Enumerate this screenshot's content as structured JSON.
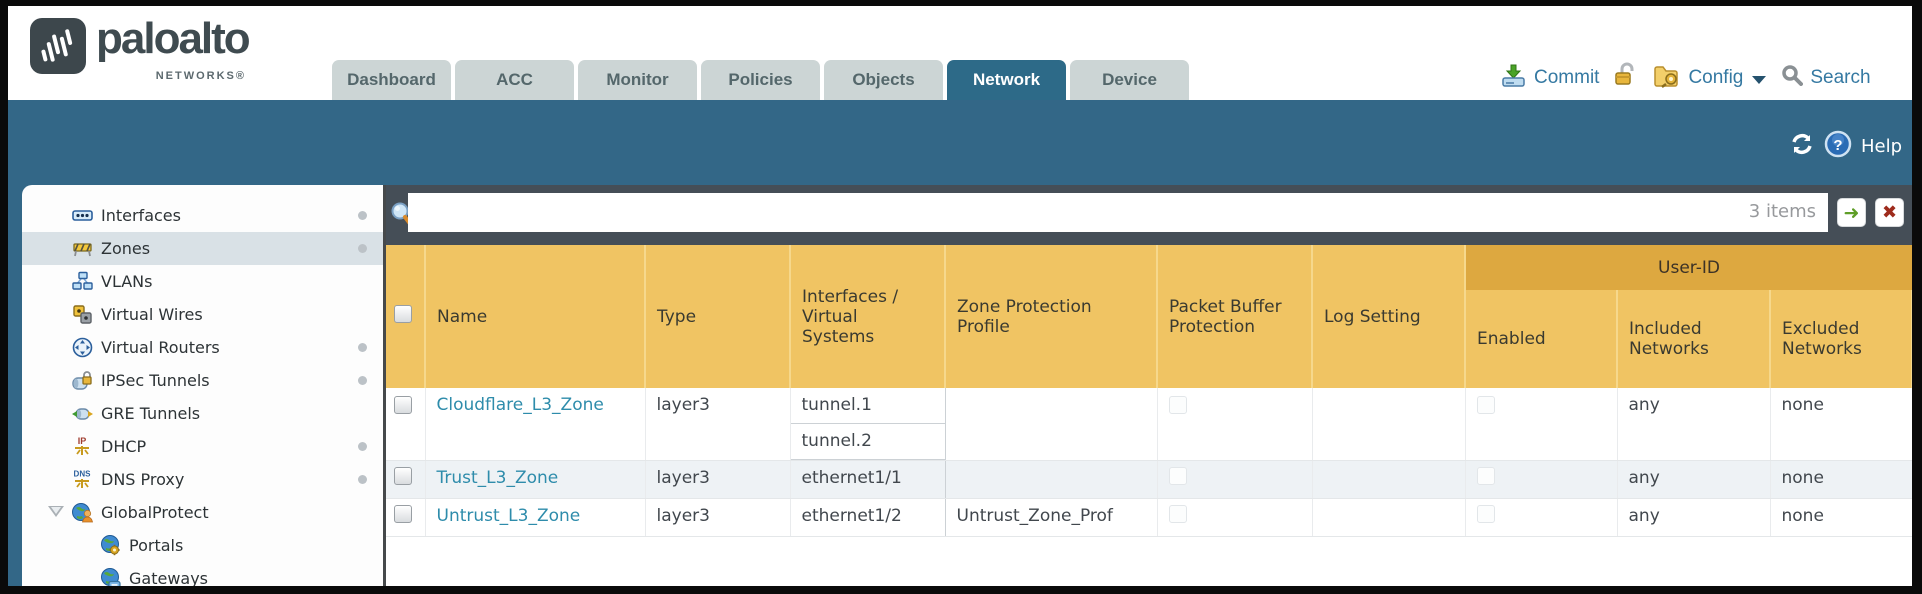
{
  "brand": {
    "name": "paloalto",
    "sub": "NETWORKS®"
  },
  "nav_tabs": [
    {
      "label": "Dashboard",
      "active": false
    },
    {
      "label": "ACC",
      "active": false
    },
    {
      "label": "Monitor",
      "active": false
    },
    {
      "label": "Policies",
      "active": false
    },
    {
      "label": "Objects",
      "active": false
    },
    {
      "label": "Network",
      "active": true
    },
    {
      "label": "Device",
      "active": false
    }
  ],
  "header_actions": {
    "commit_label": "Commit",
    "config_label": "Config",
    "search_label": "Search"
  },
  "toolbar": {
    "help_label": "Help"
  },
  "sidebar": {
    "items": [
      {
        "label": "Interfaces",
        "has_status_dot": true,
        "selected": false
      },
      {
        "label": "Zones",
        "has_status_dot": true,
        "selected": true
      },
      {
        "label": "VLANs",
        "has_status_dot": false,
        "selected": false
      },
      {
        "label": "Virtual Wires",
        "has_status_dot": false,
        "selected": false
      },
      {
        "label": "Virtual Routers",
        "has_status_dot": true,
        "selected": false
      },
      {
        "label": "IPSec Tunnels",
        "has_status_dot": true,
        "selected": false
      },
      {
        "label": "GRE Tunnels",
        "has_status_dot": false,
        "selected": false
      },
      {
        "label": "DHCP",
        "has_status_dot": true,
        "selected": false
      },
      {
        "label": "DNS Proxy",
        "has_status_dot": true,
        "selected": false
      },
      {
        "label": "GlobalProtect",
        "has_status_dot": false,
        "selected": false,
        "expanded": true
      },
      {
        "label": "Portals",
        "has_status_dot": false,
        "selected": false,
        "child": true
      },
      {
        "label": "Gateways",
        "has_status_dot": false,
        "selected": false,
        "child": true
      }
    ]
  },
  "filter": {
    "query": "",
    "count_label": "3 items"
  },
  "table": {
    "group_header": "User-ID",
    "columns": [
      "Name",
      "Type",
      "Interfaces / Virtual Systems",
      "Zone Protection Profile",
      "Packet Buffer Protection",
      "Log Setting",
      "Enabled",
      "Included Networks",
      "Excluded Networks"
    ],
    "rows": [
      {
        "name": "Cloudflare_L3_Zone",
        "type": "layer3",
        "interfaces": [
          "tunnel.1",
          "tunnel.2"
        ],
        "zone_protection_profile": "",
        "packet_buffer_protection": false,
        "log_setting": "",
        "user_id_enabled": false,
        "included_networks": "any",
        "excluded_networks": "none"
      },
      {
        "name": "Trust_L3_Zone",
        "type": "layer3",
        "interfaces": [
          "ethernet1/1"
        ],
        "zone_protection_profile": "",
        "packet_buffer_protection": false,
        "log_setting": "",
        "user_id_enabled": false,
        "included_networks": "any",
        "excluded_networks": "none"
      },
      {
        "name": "Untrust_L3_Zone",
        "type": "layer3",
        "interfaces": [
          "ethernet1/2"
        ],
        "zone_protection_profile": "Untrust_Zone_Prof",
        "packet_buffer_protection": false,
        "log_setting": "",
        "user_id_enabled": false,
        "included_networks": "any",
        "excluded_networks": "none"
      }
    ]
  },
  "icons": {
    "chevron_down": "",
    "close": "✖",
    "go_arrow": "➜"
  },
  "colors": {
    "teal_bar": "#336787",
    "active_tab": "#2d6a88",
    "inactive_tab": "#ccd5d5",
    "filter_bar": "#454e57",
    "table_header": "#f0c463",
    "user_id_band": "#dda840",
    "link": "#2e8cab",
    "alt_row": "#eef2f5",
    "action_text": "#3579a2"
  }
}
